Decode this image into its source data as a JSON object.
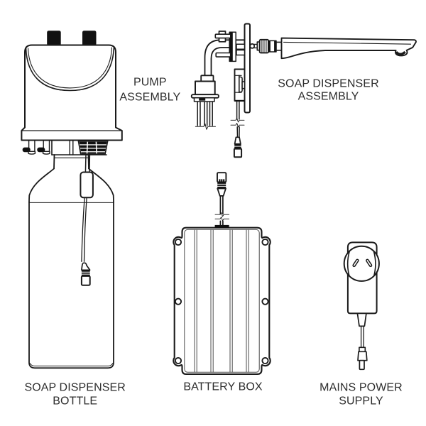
{
  "title": "Soap dispenser kit parts diagram",
  "colors": {
    "background": "#ffffff",
    "line": "#1a1a1a",
    "thin_line": "#4a4a4a",
    "text": "#2d2d2d"
  },
  "diagram": {
    "type": "exploded-parts-line-drawing",
    "parts": [
      {
        "id": "pump-assembly",
        "label_lines": [
          "PUMP",
          "ASSEMBLY"
        ]
      },
      {
        "id": "soap-dispenser-assembly",
        "label_lines": [
          "SOAP DISPENSER",
          "ASSEMBLY"
        ]
      },
      {
        "id": "soap-dispenser-bottle",
        "label_lines": [
          "SOAP DISPENSER",
          "BOTTLE"
        ]
      },
      {
        "id": "battery-box",
        "label_lines": [
          "BATTERY BOX"
        ]
      },
      {
        "id": "mains-power-supply",
        "label_lines": [
          "MAINS POWER",
          "SUPPLY"
        ]
      }
    ]
  }
}
